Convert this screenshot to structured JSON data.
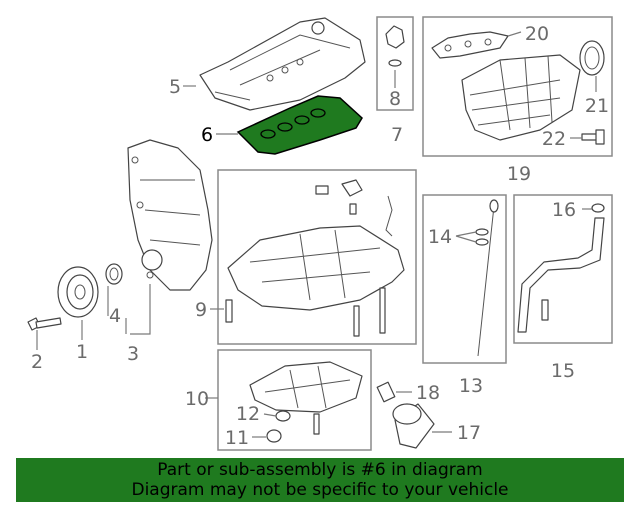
{
  "diagram": {
    "highlight_color": "#1f7a1f",
    "labels": [
      "1",
      "2",
      "3",
      "4",
      "5",
      "6",
      "7",
      "8",
      "9",
      "10",
      "11",
      "12",
      "13",
      "14",
      "15",
      "16",
      "17",
      "18",
      "19",
      "20",
      "21",
      "22"
    ],
    "highlighted_part": "6"
  },
  "banner": {
    "line1": "Part or sub-assembly is #6 in diagram",
    "line2": "Diagram may not be specific to your vehicle",
    "color": "#1f7a1f"
  }
}
